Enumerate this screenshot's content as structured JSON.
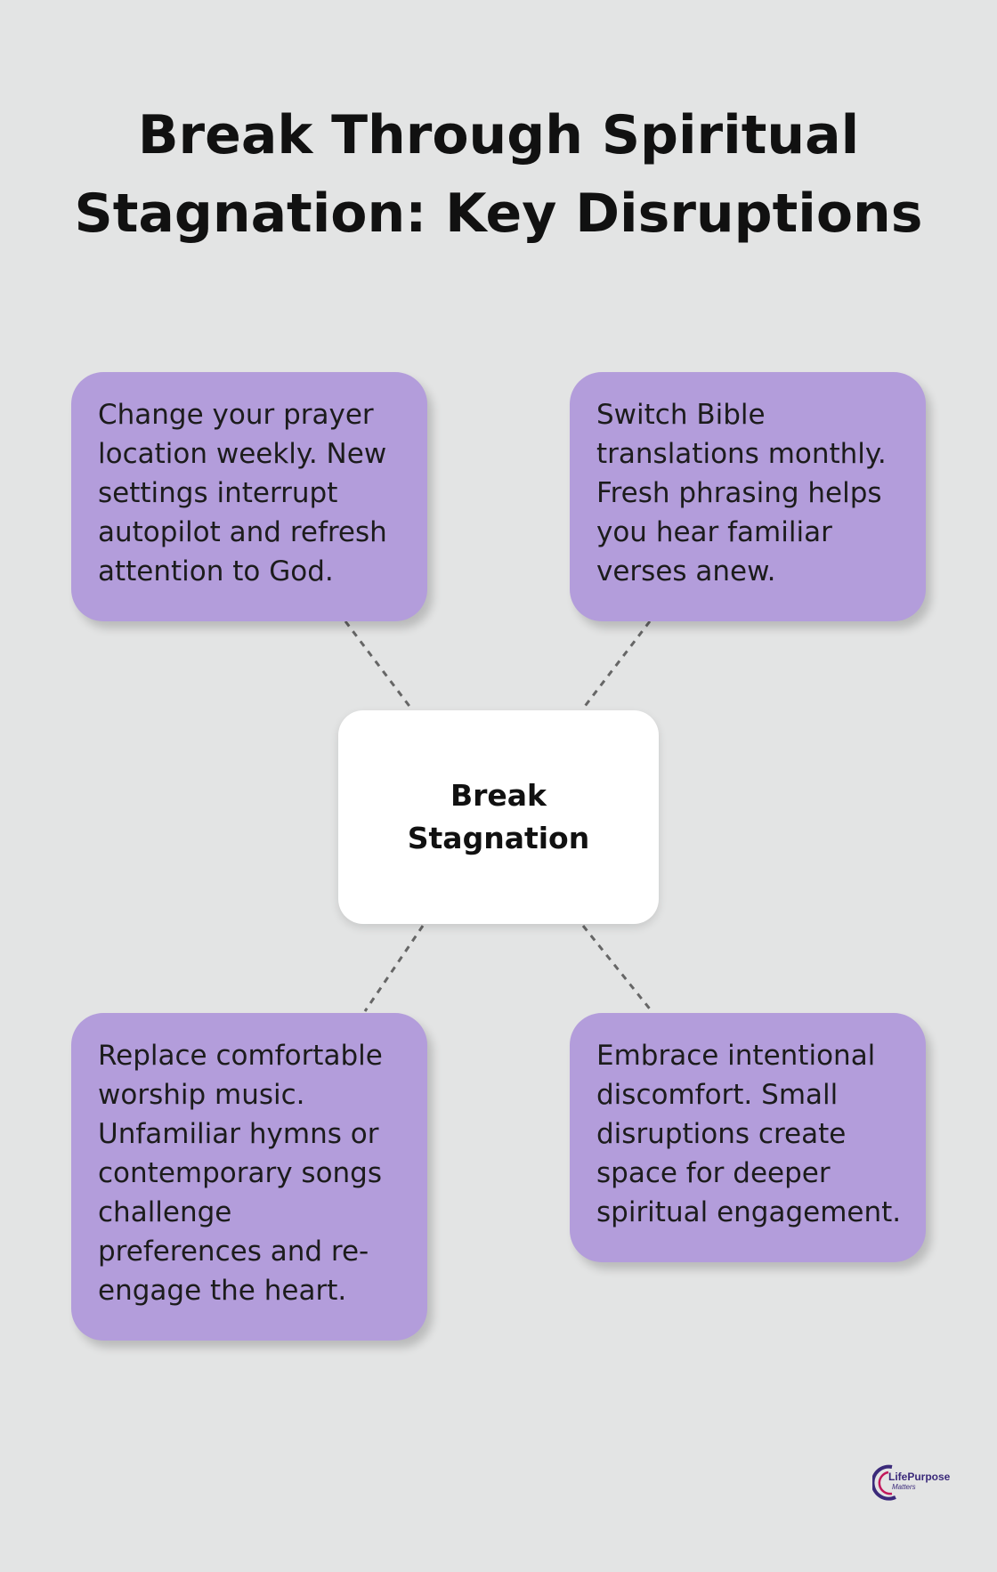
{
  "title": "Break Through Spiritual Stagnation: Key Disruptions",
  "center": {
    "label": "Break Stagnation"
  },
  "cards": [
    {
      "position": "top-left",
      "text": "Change your prayer location weekly. New settings interrupt autopilot and refresh attention to God."
    },
    {
      "position": "top-right",
      "text": "Switch Bible translations monthly. Fresh phrasing helps you hear familiar verses anew."
    },
    {
      "position": "bottom-left",
      "text": "Replace comfortable worship music. Unfamiliar hymns or contemporary songs challenge preferences and re-engage the heart."
    },
    {
      "position": "bottom-right",
      "text": "Embrace intentional discomfort. Small disruptions create space for deeper spiritual engagement."
    }
  ],
  "logo": {
    "line1": "LifePurpose",
    "line2": "Matters"
  },
  "colors": {
    "background": "#e3e4e4",
    "card": "#b39ddb",
    "center": "#ffffff",
    "connector": "#666666",
    "logo": "#3b2a7a",
    "logo_accent": "#c2185b"
  }
}
